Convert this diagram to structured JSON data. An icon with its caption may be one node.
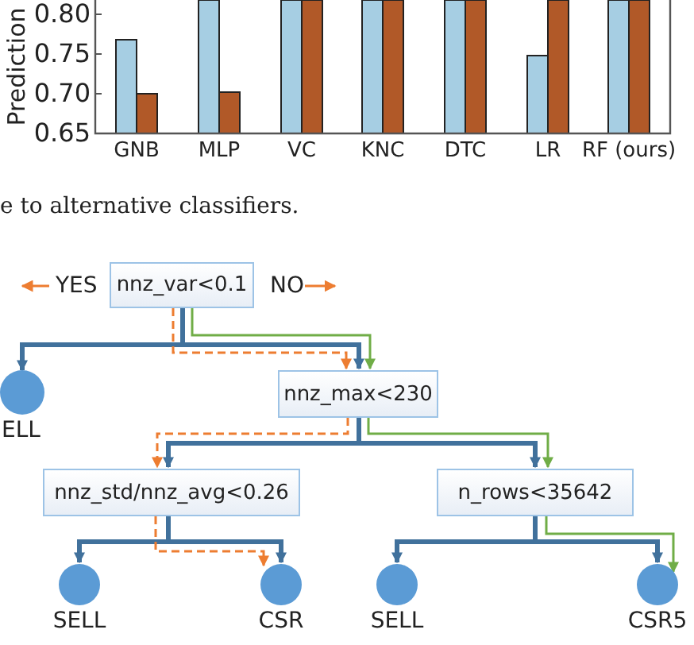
{
  "diagram": {
    "nodes": [
      {
        "text": [
          "nnz_var<0.1"
        ]
      },
      {
        "text": [],
        "shape": "circle",
        "beside": [
          "ELL"
        ]
      },
      {
        "text": [
          "nnz_max<230"
        ]
      },
      {
        "text": [
          "nnz_std/nnz_avg<0.26"
        ]
      },
      {
        "text": [
          "n_rows<35642"
        ]
      },
      {
        "text": [],
        "shape": "circle",
        "beside": [
          "SELL"
        ]
      },
      {
        "text": [],
        "shape": "circle",
        "beside": [
          "CSR"
        ]
      },
      {
        "text": [],
        "shape": "circle",
        "beside": [
          "SELL"
        ]
      },
      {
        "text": [],
        "shape": "circle",
        "beside": [
          "CSR5"
        ]
      }
    ],
    "edges": [
      {
        "from": 0,
        "to": 1,
        "arrow": "to"
      },
      {
        "from": 0,
        "to": 2,
        "arrow": "to"
      },
      {
        "from": 0,
        "to": 2,
        "arrow": "to",
        "style": "dashed",
        "color": "#ed7d31"
      },
      {
        "from": 0,
        "to": 2,
        "arrow": "to",
        "color": "#70ad47"
      },
      {
        "from": 2,
        "to": 3,
        "arrow": "to"
      },
      {
        "from": 2,
        "to": 4,
        "arrow": "to"
      },
      {
        "from": 2,
        "to": 3,
        "arrow": "to",
        "style": "dashed",
        "color": "#ed7d31"
      },
      {
        "from": 2,
        "to": 4,
        "arrow": "to",
        "color": "#70ad47"
      },
      {
        "from": 3,
        "to": 5,
        "arrow": "to"
      },
      {
        "from": 3,
        "to": 6,
        "arrow": "to"
      },
      {
        "from": 3,
        "to": 6,
        "arrow": "to",
        "style": "dashed",
        "color": "#ed7d31"
      },
      {
        "from": 4,
        "to": 7,
        "arrow": "to"
      },
      {
        "from": 4,
        "to": 8,
        "arrow": "to"
      },
      {
        "from": 4,
        "to": 8,
        "arrow": "to",
        "color": "#70ad47"
      }
    ],
    "labels": [
      "Prediction",
      "0.80",
      "0.75",
      "0.70",
      "0.65",
      "GNB",
      "MLP",
      "VC",
      "KNC",
      "DTC",
      "LR",
      "RF (ours)",
      "e to alternative classifiers.",
      "YES",
      "NO"
    ]
  }
}
